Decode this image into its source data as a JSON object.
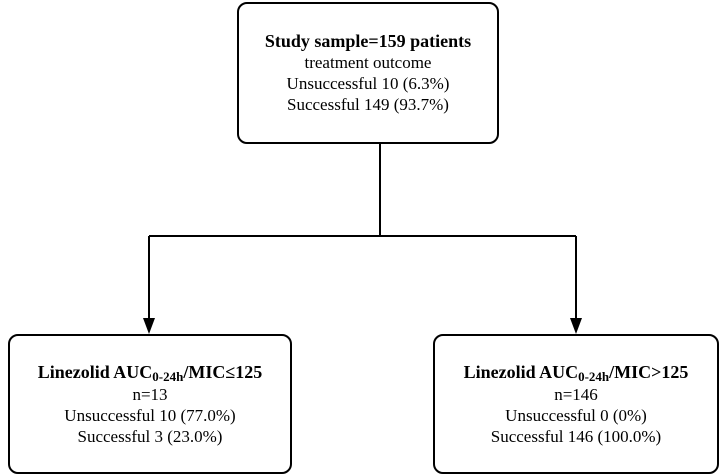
{
  "top": {
    "title": "Study sample=159 patients",
    "subtitle": "treatment outcome",
    "line1": "Unsuccessful 10 (6.3%)",
    "line2": "Successful 149 (93.7%)"
  },
  "left": {
    "title_pre": "Linezolid AUC",
    "title_sub": "0-24h",
    "title_post": "/MIC≤125",
    "n": "n=13",
    "line1": "Unsuccessful 10 (77.0%)",
    "line2": "Successful 3 (23.0%)"
  },
  "right": {
    "title_pre": "Linezolid AUC",
    "title_sub": "0-24h",
    "title_post": "/MIC>125",
    "n": "n=146",
    "line1": "Unsuccessful 0 (0%)",
    "line2": "Successful 146 (100.0%)"
  }
}
